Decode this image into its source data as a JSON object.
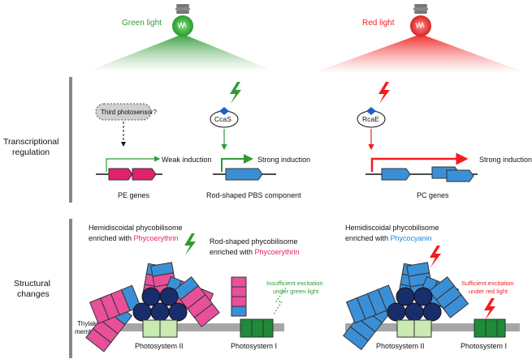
{
  "lights": {
    "green": {
      "label": "Green light",
      "color": "#2e9b36"
    },
    "red": {
      "label": "Red light",
      "color": "#f01e1e"
    }
  },
  "sections": {
    "transcriptional_line1": "Transcriptional",
    "transcriptional_line2": "regulation",
    "structural_line1": "Structural",
    "structural_line2": "changes"
  },
  "regulation": {
    "third_photosensor": "Third photosensor?",
    "ccas": "CcaS",
    "rcae": "RcaE",
    "weak_induction": "Weak induction",
    "strong_induction_1": "Strong induction",
    "strong_induction_2": "Strong induction",
    "pe_genes": "PE genes",
    "rod_shaped_component": "Rod-shaped PBS component",
    "pc_genes": "PC genes"
  },
  "structure": {
    "hemi_left_line1": "Hemidiscoidal phycobilisome",
    "hemi_left_line2_prefix": "enriched with ",
    "hemi_left_pigment": "Phycoerythrin",
    "rod_line1": "Rod-shaped phycobilisome",
    "rod_line2_prefix": "enriched with ",
    "rod_pigment": "Phycoerythrin",
    "insufficient_line1": "Insufficient excitation",
    "insufficient_line2": "under green light",
    "thylakoid_line1": "Thylakoid",
    "thylakoid_line2": "membrane",
    "ps2_left": "Photosystem II",
    "ps1_left": "Photosystem I",
    "hemi_right_line1": "Hemidiscoidal phycobilisome",
    "hemi_right_line2_prefix": "enriched with ",
    "hemi_right_pigment": "Phycocyanin",
    "sufficient_line1": "Sufficient excitation",
    "sufficient_line2": "under red light",
    "ps2_right": "Photosystem II",
    "ps1_right": "Photosystem I"
  },
  "colors": {
    "phycoerythrin": "#e8509a",
    "phycocyanin": "#3b8fd6",
    "core": "#1a2d6b",
    "ps2": "#c9eab0",
    "ps1": "#1f8a3a",
    "membrane": "#a6a6a6",
    "arrow_green": "#2e9b36",
    "arrow_red": "#f01e1e"
  }
}
